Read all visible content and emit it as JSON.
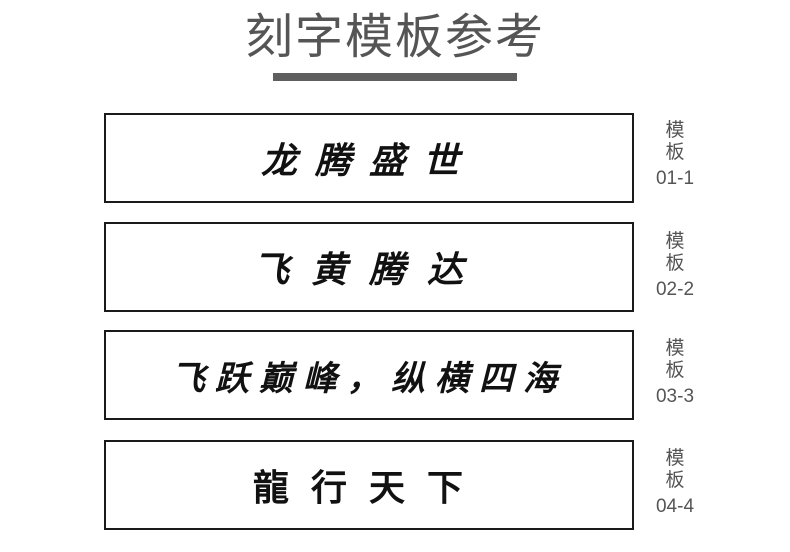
{
  "page_title": "刻字模板参考",
  "templates": [
    {
      "text": "龙腾盛世",
      "label_line1": "模",
      "label_line2": "板",
      "code": "01-1"
    },
    {
      "text": "飞黄腾达",
      "label_line1": "模",
      "label_line2": "板",
      "code": "02-2"
    },
    {
      "text": "飞跃巅峰，纵横四海",
      "label_line1": "模",
      "label_line2": "板",
      "code": "03-3"
    },
    {
      "text": "龍行天下",
      "label_line1": "模",
      "label_line2": "板",
      "code": "04-4"
    }
  ]
}
